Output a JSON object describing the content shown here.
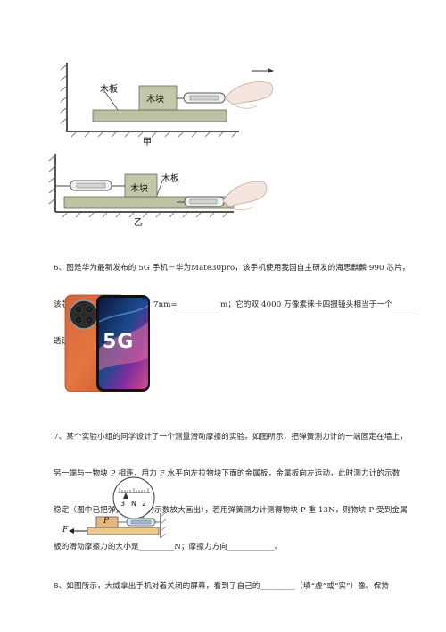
{
  "fig_jia": {
    "board_label": "木板",
    "block_label": "木块",
    "caption": "甲"
  },
  "fig_yi": {
    "block_label": "木块",
    "board_label": "木板",
    "caption": "乙"
  },
  "q6": {
    "line1": "6、图是华为最新发布的 5G 手机－华为Mate30pro，该手机使用我国自主研发的海思麒麟 990 芯片，",
    "line2": "该芯片采用 7nm 工艺制程，7nm=___________m；它的双 4000 万像素徕卡四摄镜头相当于一个______",
    "line3": "透镜（填“凸”或“凹”）。",
    "phone_text": "5G"
  },
  "q7": {
    "line1": "7、某个实验小组的同学设计了一个测量滑动摩擦的实验。如图所示，把弹簧测力计的一端固定在墙上，",
    "line2": "另一端与一物块 P 相连，用力 F 水平向左拉物块下面的金属板，金属板向左运动，此时测力计的示数",
    "line3": "稳定（图中已把弹簧测力计的示数放大画出），若用弹簧测力计测得物块 P 重 13N，则物块 P 受到金属",
    "line4": "板的滑动摩擦力的大小是_________N；摩擦力方向____________。",
    "scale_left": "3",
    "scale_unit": "N",
    "scale_right": "2",
    "block_label": "P",
    "force_label": "F"
  },
  "q8": {
    "line1": "8、如图所示，大威拿出手机对着关闭的屏幕，看到了自己的_________（填“虚”或“实”）像。保持"
  }
}
